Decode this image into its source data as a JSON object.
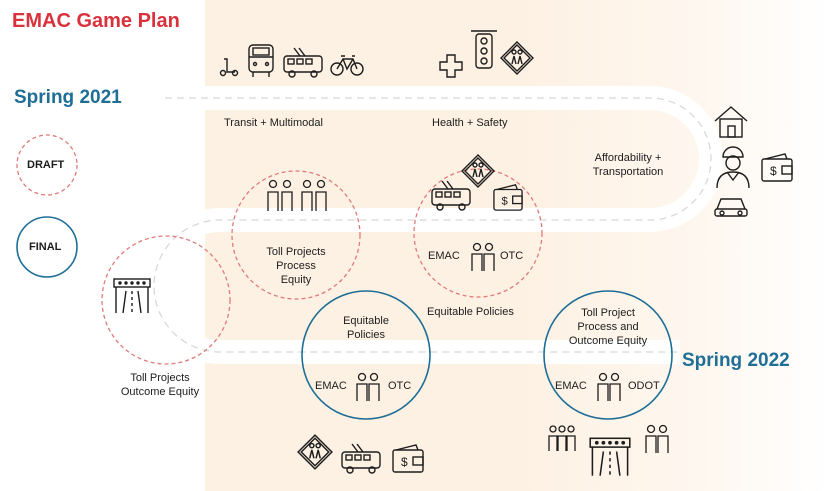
{
  "title": "EMAC Game Plan",
  "spring_2021": "Spring 2021",
  "spring_2022": "Spring 2022",
  "legend": {
    "draft": "DRAFT",
    "final": "FINAL"
  },
  "topics": {
    "transit": "Transit + Multimodal",
    "health": "Health + Safety",
    "afford_1": "Affordability +",
    "afford_2": "Transportation"
  },
  "stops": {
    "outcome_1": "Toll Projects",
    "outcome_2": "Outcome Equity",
    "process_1": "Toll Projects",
    "process_2": "Process",
    "process_3": "Equity",
    "policies_draft": "Equitable Policies",
    "emac_1": "EMAC",
    "otc_1": "OTC",
    "policies_final_1": "Equitable",
    "policies_final_2": "Policies",
    "emac_2": "EMAC",
    "otc_2": "OTC",
    "final_toll_1": "Toll Project",
    "final_toll_2": "Process and",
    "final_toll_3": "Outcome Equity",
    "emac_3": "EMAC",
    "odot": "ODOT"
  },
  "colors": {
    "title": "#d9323c",
    "season": "#1f6e96",
    "draft": "#e07a7a",
    "final": "#1f6e96"
  }
}
